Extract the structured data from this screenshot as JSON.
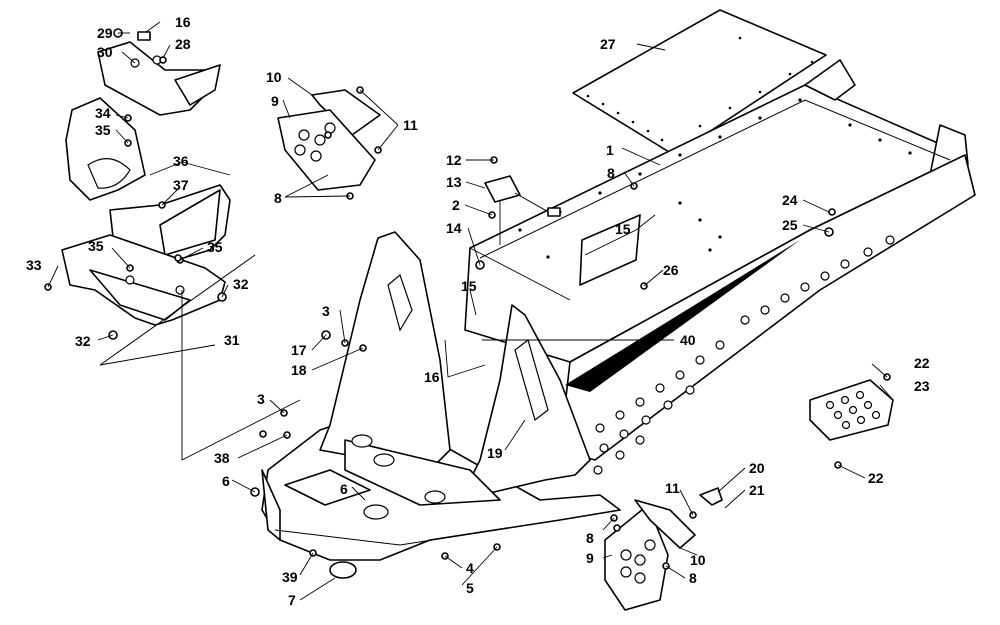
{
  "callouts": {
    "c1": "1",
    "c2": "2",
    "c3a": "3",
    "c3b": "3",
    "c4": "4",
    "c5": "5",
    "c6a": "6",
    "c6b": "6",
    "c7": "7",
    "c8a": "8",
    "c8b": "8",
    "c8c": "8",
    "c8d": "8",
    "c9a": "9",
    "c9b": "9",
    "c10a": "10",
    "c10b": "10",
    "c11a": "11",
    "c11b": "11",
    "c12": "12",
    "c13": "13",
    "c14": "14",
    "c15a": "15",
    "c15b": "15",
    "c16a": "16",
    "c16b": "16",
    "c17": "17",
    "c18": "18",
    "c19": "19",
    "c20": "20",
    "c21": "21",
    "c22a": "22",
    "c22b": "22",
    "c23": "23",
    "c24": "24",
    "c25": "25",
    "c26": "26",
    "c27": "27",
    "c28": "28",
    "c29": "29",
    "c30": "30",
    "c31": "31",
    "c32a": "32",
    "c32b": "32",
    "c33": "33",
    "c34": "34",
    "c35a": "35",
    "c35b": "35",
    "c35c": "35",
    "c36": "36",
    "c37": "37",
    "c38": "38",
    "c39": "39",
    "c40": "40"
  }
}
